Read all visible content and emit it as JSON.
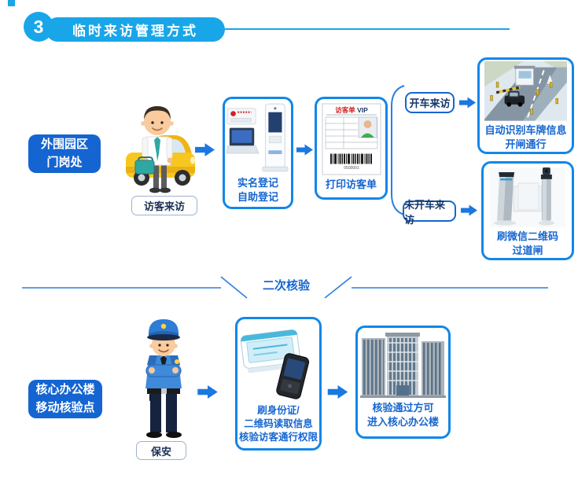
{
  "colors": {
    "accent_light": "#18a6e8",
    "accent_dark": "#1465d1",
    "panel_border": "#1287e8",
    "arrow": "#1a78e0",
    "label_text": "#14366b"
  },
  "header": {
    "step_number": "3",
    "title": "临时来访管理方式"
  },
  "perimeter_flow": {
    "zone_line1": "外围园区",
    "zone_line2": "门岗处",
    "visitor_label": "访客来访",
    "kiosk_line1": "实名登记",
    "kiosk_line2": "自助登记",
    "pass_title_red": "访客单",
    "pass_title_vip": " VIP",
    "pass_barcode_number": "0500001",
    "pass_caption": "打印访客单",
    "branch_by_car": "开车来访",
    "branch_no_car": "未开车来访",
    "gate_line1": "自动识别车牌信息",
    "gate_line2": "开闸通行",
    "turnstile_line1": "刷微信二维码",
    "turnstile_line2": "过道闸"
  },
  "divider": {
    "label": "二次核验"
  },
  "core_flow": {
    "zone_line1": "核心办公楼",
    "zone_line2": "移动核验点",
    "guard_label": "保安",
    "device_line1": "刷身份证/",
    "device_line2": "二维码读取信息",
    "device_line3": "核验访客通行权限",
    "building_line1": "核验通过方可",
    "building_line2": "进入核心办公楼"
  }
}
